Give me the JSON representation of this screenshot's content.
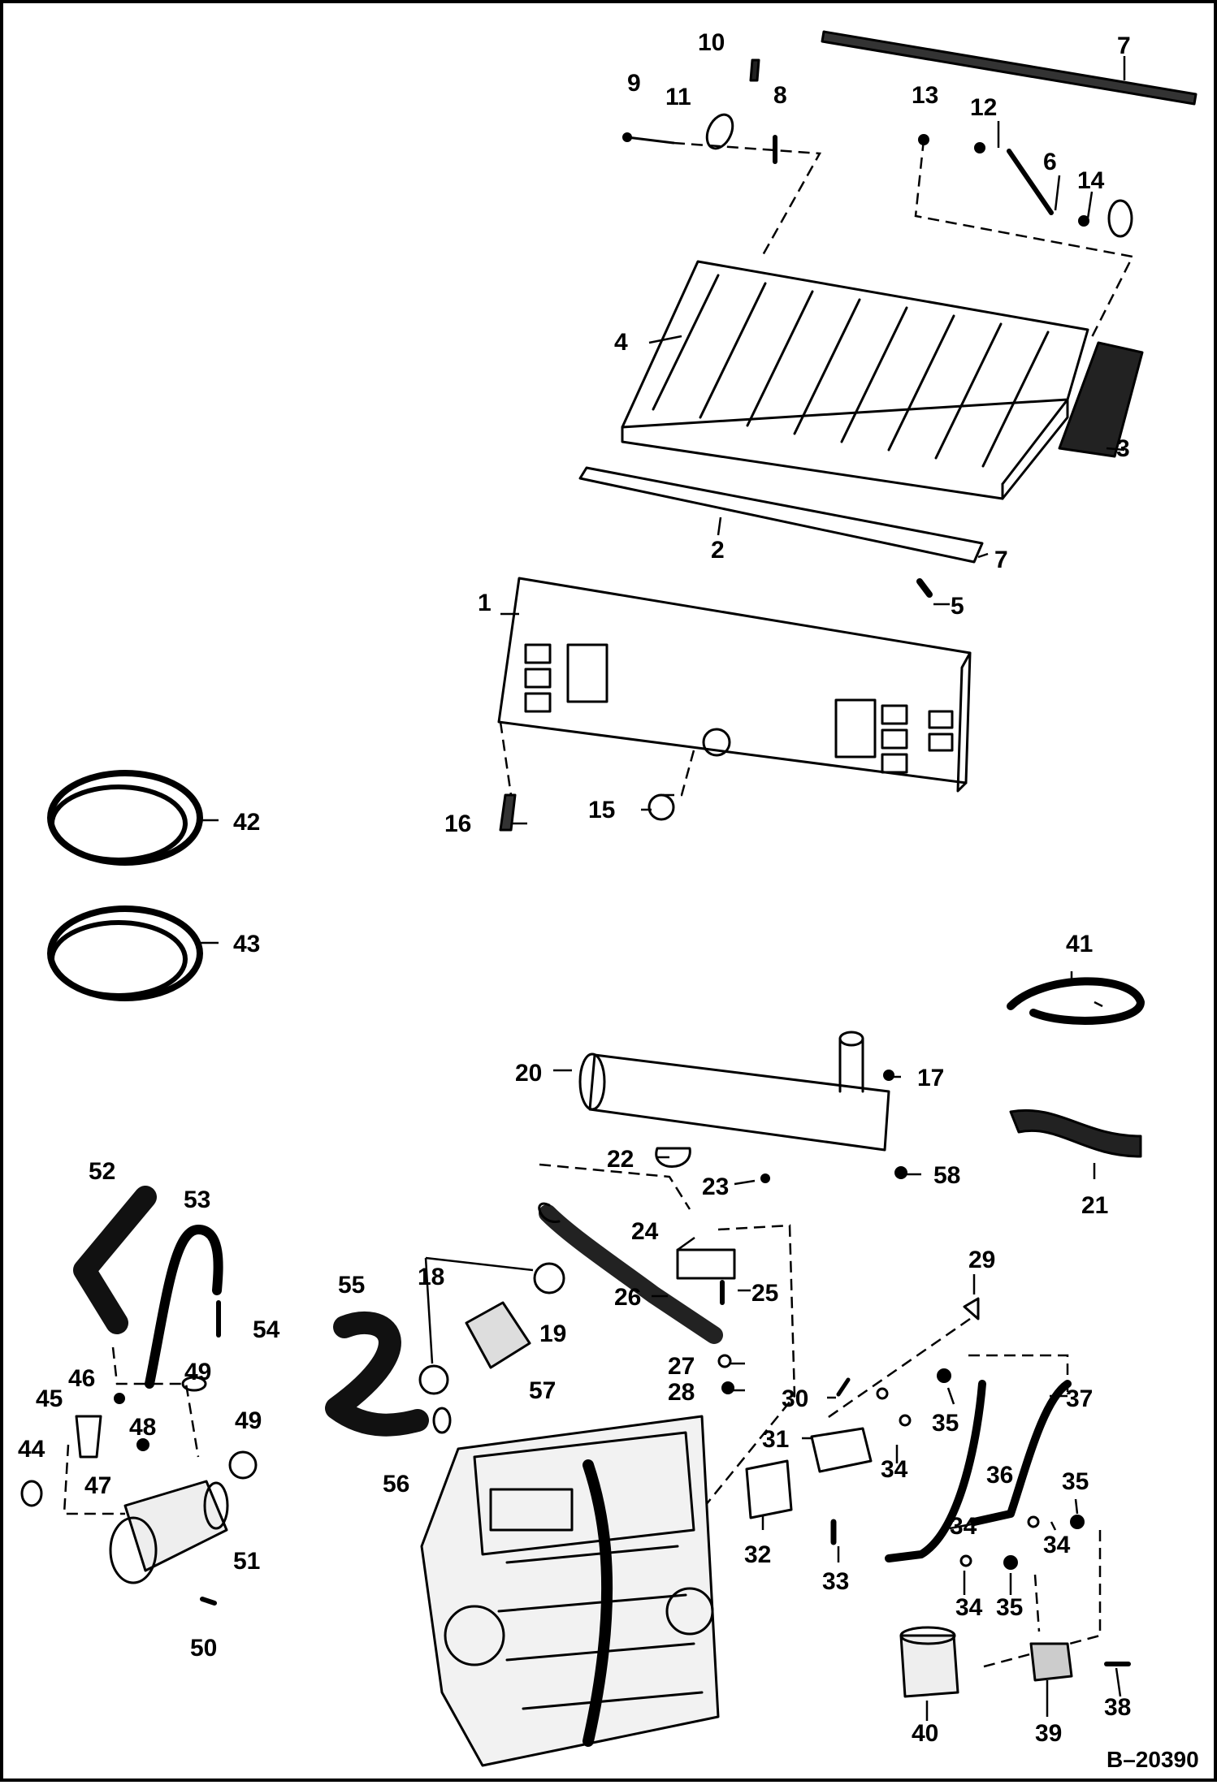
{
  "callouts": [
    "1",
    "2",
    "3",
    "4",
    "5",
    "6",
    "7",
    "7",
    "8",
    "9",
    "10",
    "11",
    "12",
    "13",
    "14",
    "15",
    "16",
    "17",
    "18",
    "19",
    "20",
    "21",
    "22",
    "23",
    "24",
    "25",
    "26",
    "27",
    "28",
    "29",
    "30",
    "31",
    "32",
    "33",
    "34",
    "34",
    "34",
    "34",
    "35",
    "35",
    "35",
    "36",
    "37",
    "38",
    "39",
    "40",
    "41",
    "42",
    "43",
    "44",
    "45",
    "46",
    "47",
    "48",
    "49",
    "49",
    "50",
    "51",
    "52",
    "53",
    "54",
    "55",
    "56",
    "57",
    "58"
  ],
  "drawing_number": "B–20390"
}
